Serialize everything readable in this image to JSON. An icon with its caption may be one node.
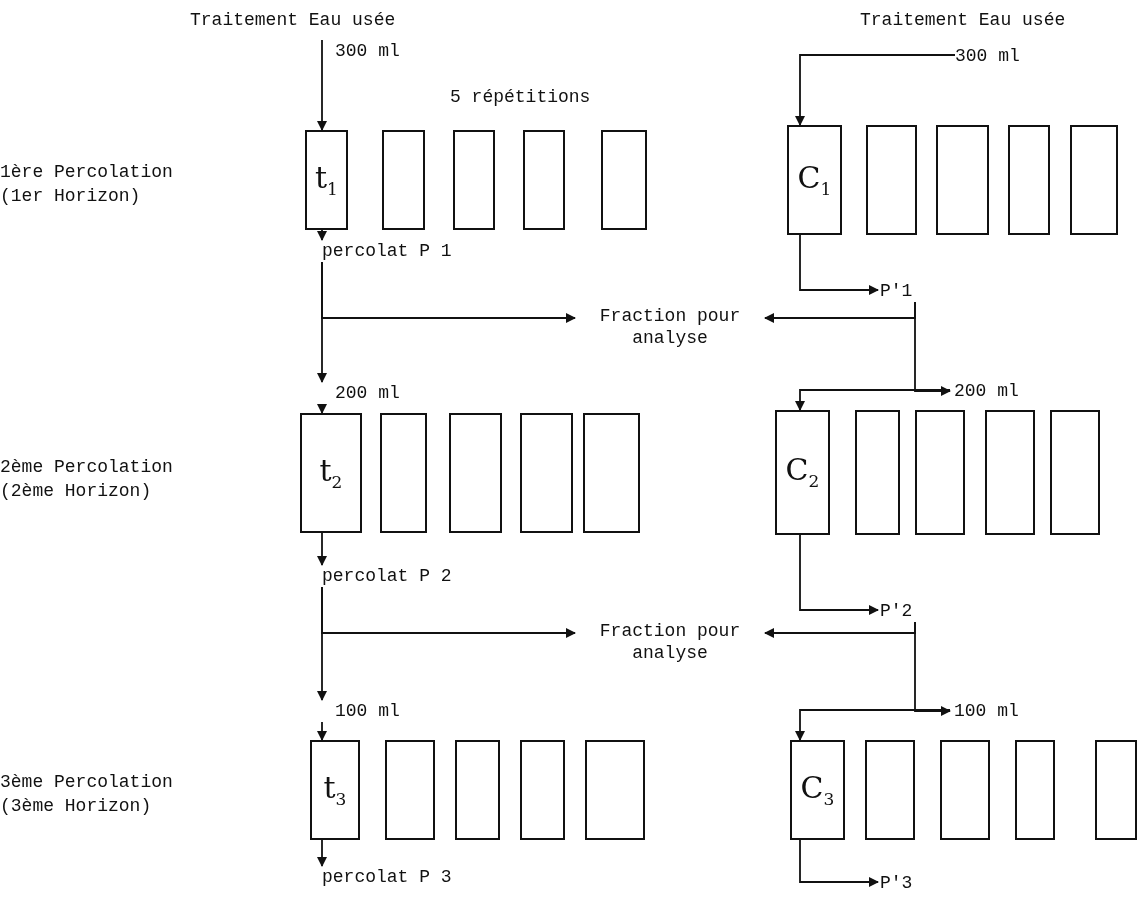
{
  "diagram": {
    "nodes": [
      {
        "text": [
          "300 ml"
        ]
      },
      {
        "text": [
          "300 ml"
        ]
      },
      {
        "text": [
          "t$_{1}$"
        ]
      },
      {
        "text": [],
        "shape": "box"
      },
      {
        "text": [],
        "shape": "box"
      },
      {
        "text": [],
        "shape": "box"
      },
      {
        "text": [],
        "shape": "box"
      },
      {
        "text": [
          "C$_{1}$"
        ]
      },
      {
        "text": [],
        "shape": "box"
      },
      {
        "text": [],
        "shape": "box"
      },
      {
        "text": [],
        "shape": "box"
      },
      {
        "text": [],
        "shape": "box"
      },
      {
        "text": [
          "percolat P 1"
        ]
      },
      {
        "text": [
          "P'1"
        ]
      },
      {
        "text": [
          "Fraction pour analyse"
        ]
      },
      {
        "text": [
          "200 ml"
        ]
      },
      {
        "text": [
          "200 ml"
        ]
      },
      {
        "text": [
          "t$_{2}$"
        ]
      },
      {
        "text": [],
        "shape": "box"
      },
      {
        "text": [],
        "shape": "box"
      },
      {
        "text": [],
        "shape": "box"
      },
      {
        "text": [],
        "shape": "box"
      },
      {
        "text": [
          "C$_{2}$"
        ]
      },
      {
        "text": [],
        "shape": "box"
      },
      {
        "text": [],
        "shape": "box"
      },
      {
        "text": [],
        "shape": "box"
      },
      {
        "text": [],
        "shape": "box"
      },
      {
        "text": [
          "percolat P 2"
        ]
      },
      {
        "text": [
          "P'2"
        ]
      },
      {
        "text": [
          "Fraction pour analyse"
        ]
      },
      {
        "text": [
          "100 ml"
        ]
      },
      {
        "text": [
          "100 ml"
        ]
      },
      {
        "text": [
          "t$_{3}$"
        ]
      },
      {
        "text": [],
        "shape": "box"
      },
      {
        "text": [],
        "shape": "box"
      },
      {
        "text": [],
        "shape": "box"
      },
      {
        "text": [],
        "shape": "box"
      },
      {
        "text": [
          "C$_{3}$"
        ]
      },
      {
        "text": [],
        "shape": "box"
      },
      {
        "text": [],
        "shape": "box"
      },
      {
        "text": [],
        "shape": "box"
      },
      {
        "text": [],
        "shape": "box"
      },
      {
        "text": [
          "percolat P 3"
        ]
      },
      {
        "text": [
          "P'3"
        ]
      }
    ],
    "edges": [
      {
        "from": 0,
        "to": 2,
        "arrow": "to"
      },
      {
        "from": 1,
        "to": 7,
        "arrow": "to"
      },
      {
        "from": 2,
        "to": 12,
        "arrow": "to"
      },
      {
        "from": 7,
        "to": 13,
        "arrow": "to"
      },
      {
        "from": 12,
        "to": 14,
        "arrow": "to"
      },
      {
        "from": 13,
        "to": 14,
        "arrow": "to"
      },
      {
        "from": 12,
        "to": 15,
        "arrow": "to"
      },
      {
        "from": 13,
        "to": 16,
        "arrow": "to"
      },
      {
        "from": 15,
        "to": 17,
        "arrow": "to"
      },
      {
        "from": 16,
        "to": 22,
        "arrow": "to"
      },
      {
        "from": 17,
        "to": 27,
        "arrow": "to"
      },
      {
        "from": 22,
        "to": 28,
        "arrow": "to"
      },
      {
        "from": 27,
        "to": 29,
        "arrow": "to"
      },
      {
        "from": 28,
        "to": 29,
        "arrow": "to"
      },
      {
        "from": 27,
        "to": 30,
        "arrow": "to"
      },
      {
        "from": 28,
        "to": 31,
        "arrow": "to"
      },
      {
        "from": 30,
        "to": 32,
        "arrow": "to"
      },
      {
        "from": 31,
        "to": 37,
        "arrow": "to"
      },
      {
        "from": 32,
        "to": 42,
        "arrow": "to"
      },
      {
        "from": 37,
        "to": 43,
        "arrow": "to"
      }
    ],
    "labels": [
      "Traitement Eau usée",
      "Traitement Eau usée",
      "5 répétitions",
      "1ère Percolation (1er Horizon)",
      "2ème Percolation (2ème Horizon)",
      "3ème Percolation (3ème Horizon)"
    ]
  }
}
